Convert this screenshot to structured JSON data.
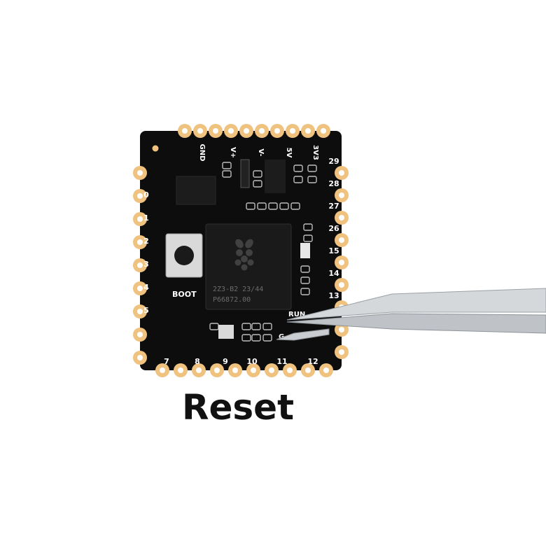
{
  "caption": "Reset",
  "colors": {
    "background": "#ffffff",
    "pcb": "#0d0d0d",
    "pad_gold": "#f0c27f",
    "silkscreen": "#ffffff",
    "tweezers": "#c9cccf"
  },
  "board": {
    "top_pins": [
      "GND",
      "V+",
      "V-",
      "5V",
      "3V3"
    ],
    "left_pins": [
      "0",
      "1",
      "2",
      "3",
      "4",
      "5"
    ],
    "right_pins": [
      "29",
      "28",
      "27",
      "26",
      "15",
      "14",
      "13"
    ],
    "bottom_pins": [
      "7",
      "8",
      "9",
      "10",
      "11",
      "12"
    ],
    "button_label": "BOOT",
    "chip_text": [
      "2Z3-B2   23/44",
      "P66872.00"
    ],
    "small_labels": [
      "RUN",
      "G"
    ]
  },
  "icons": {
    "chip_logo": "raspberry-logo-icon",
    "tool": "tweezers-icon"
  }
}
